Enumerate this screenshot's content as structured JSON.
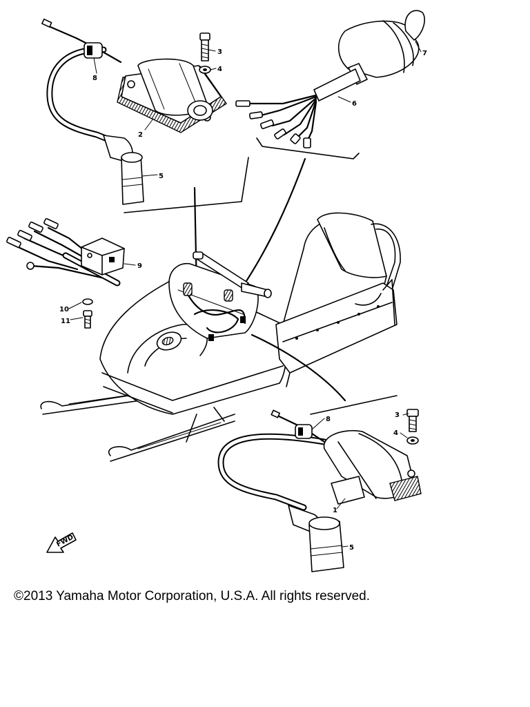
{
  "diagram": {
    "callouts": {
      "c1": "1",
      "c2": "2",
      "c3a": "3",
      "c3b": "3",
      "c4a": "4",
      "c4b": "4",
      "c5a": "5",
      "c5b": "5",
      "c6": "6",
      "c7": "7",
      "c8a": "8",
      "c8b": "8",
      "c9": "9",
      "c10": "10",
      "c11": "11"
    },
    "fwd_label": "FWD"
  },
  "footer": {
    "copyright": "©2013 Yamaha Motor Corporation, U.S.A. All rights reserved."
  }
}
